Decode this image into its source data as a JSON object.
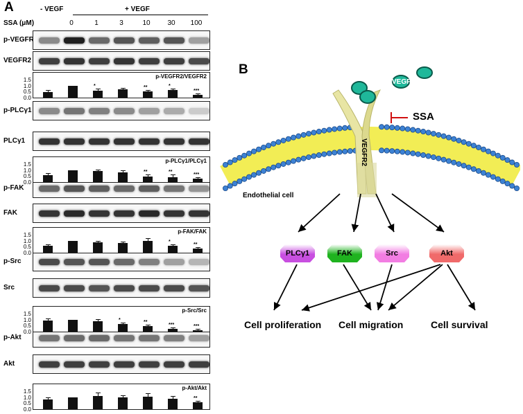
{
  "panel_a": {
    "label": "A",
    "no_vegf": "- VEGF",
    "plus_vegf": "+ VEGF",
    "ssa_label": "SSA (μM)",
    "doses": [
      "0",
      "1",
      "3",
      "10",
      "30",
      "100"
    ],
    "blots": [
      {
        "name": "p-VEGFR2",
        "intensity": [
          0.45,
          0.95,
          0.6,
          0.7,
          0.65,
          0.7,
          0.35
        ]
      },
      {
        "name": "VEGFR2",
        "intensity": [
          0.8,
          0.85,
          0.8,
          0.85,
          0.8,
          0.8,
          0.75
        ]
      },
      {
        "name": "p-PLCγ1",
        "intensity": [
          0.45,
          0.55,
          0.5,
          0.45,
          0.35,
          0.3,
          0.15
        ]
      },
      {
        "name": "PLCγ1",
        "intensity": [
          0.85,
          0.85,
          0.85,
          0.85,
          0.85,
          0.85,
          0.85
        ]
      },
      {
        "name": "p-FAK",
        "intensity": [
          0.6,
          0.7,
          0.65,
          0.6,
          0.65,
          0.55,
          0.4
        ]
      },
      {
        "name": "FAK",
        "intensity": [
          0.85,
          0.9,
          0.85,
          0.85,
          0.9,
          0.85,
          0.85
        ]
      },
      {
        "name": "p-Src",
        "intensity": [
          0.75,
          0.7,
          0.7,
          0.6,
          0.5,
          0.35,
          0.25
        ]
      },
      {
        "name": "Src",
        "intensity": [
          0.75,
          0.75,
          0.7,
          0.75,
          0.75,
          0.75,
          0.7
        ]
      },
      {
        "name": "p-Akt",
        "intensity": [
          0.55,
          0.6,
          0.6,
          0.55,
          0.55,
          0.5,
          0.35
        ]
      },
      {
        "name": "Akt",
        "intensity": [
          0.8,
          0.8,
          0.8,
          0.8,
          0.8,
          0.8,
          0.8
        ]
      }
    ],
    "ratios": [
      {
        "title": "p-VEGFR2/VEGFR2",
        "values": [
          0.45,
          1.0,
          0.6,
          0.7,
          0.52,
          0.62,
          0.22
        ],
        "errors": [
          0.1,
          0.0,
          0.08,
          0.05,
          0.06,
          0.08,
          0.06
        ],
        "sig": [
          "",
          "",
          "*",
          "",
          "**",
          "*",
          "***"
        ]
      },
      {
        "title": "p-PLCγ1/PLCγ1",
        "values": [
          0.6,
          1.0,
          0.95,
          0.78,
          0.48,
          0.4,
          0.3
        ],
        "errors": [
          0.08,
          0.0,
          0.06,
          0.12,
          0.12,
          0.15,
          0.06
        ],
        "sig": [
          "",
          "",
          "",
          "",
          "**",
          "**",
          "***"
        ]
      },
      {
        "title": "p-FAK/FAK",
        "values": [
          0.58,
          1.0,
          0.85,
          0.8,
          0.98,
          0.6,
          0.35
        ],
        "errors": [
          0.08,
          0.0,
          0.05,
          0.05,
          0.15,
          0.06,
          0.06
        ],
        "sig": [
          "",
          "",
          "",
          "",
          "",
          "*",
          "**"
        ]
      },
      {
        "title": "p-Src/Src",
        "values": [
          0.92,
          1.0,
          0.88,
          0.62,
          0.45,
          0.22,
          0.12
        ],
        "errors": [
          0.12,
          0.0,
          0.1,
          0.05,
          0.06,
          0.05,
          0.06
        ],
        "sig": [
          "",
          "",
          "",
          "*",
          "**",
          "***",
          "***"
        ]
      },
      {
        "title": "p-Akt/Akt",
        "values": [
          0.8,
          1.0,
          1.12,
          1.0,
          1.05,
          0.85,
          0.55
        ],
        "errors": [
          0.15,
          0.0,
          0.18,
          0.12,
          0.2,
          0.18,
          0.08
        ],
        "sig": [
          "",
          "",
          "",
          "",
          "",
          "",
          "**"
        ]
      }
    ],
    "yticks": [
      "0.0",
      "0.5",
      "1.0",
      "1.5"
    ]
  },
  "panel_b": {
    "label": "B",
    "ligand": "VEGF",
    "receptor": "VEGFR2",
    "inhibitor": "SSA",
    "cell": "Endothelial cell",
    "nodes": [
      {
        "label": "PLCγ1",
        "color": "#c84fe0"
      },
      {
        "label": "FAK",
        "color": "#1fb31f"
      },
      {
        "label": "Src",
        "color": "#f27de2"
      },
      {
        "label": "Akt",
        "color": "#f06a6a"
      }
    ],
    "outcomes": [
      "Cell proliferation",
      "Cell migration",
      "Cell survival"
    ],
    "colors": {
      "ligand": "#1fb89a",
      "receptor": "#e8e5a4",
      "membrane_head": "#3d82d4",
      "membrane_tail": "#f2ed55",
      "inhibit": "#d01010"
    }
  }
}
